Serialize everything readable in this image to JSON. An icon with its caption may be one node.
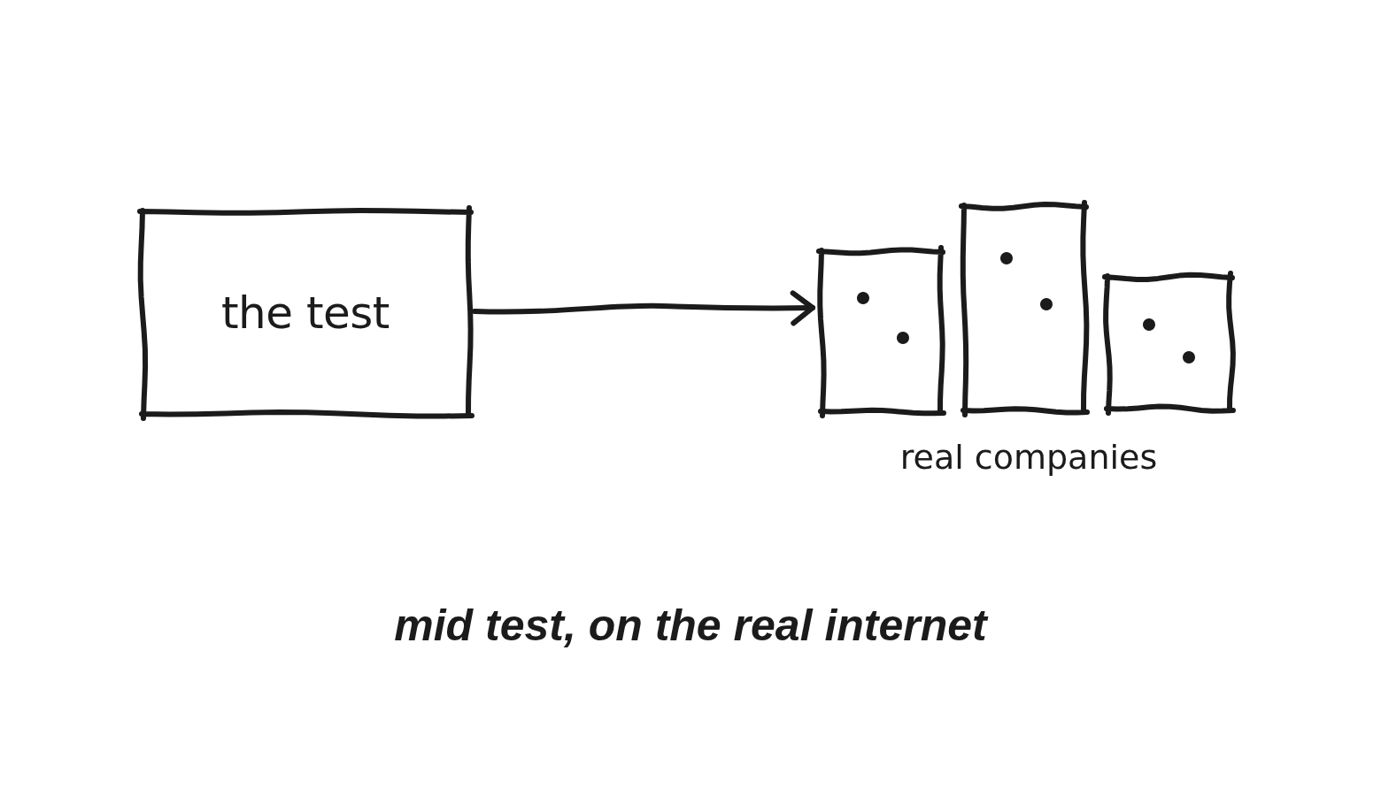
{
  "diagram": {
    "caption": "mid test, on the real internet",
    "nodes": [
      {
        "text": [
          "the test"
        ]
      },
      {
        "text": [],
        "shape": "box"
      },
      {
        "text": [],
        "shape": "box"
      },
      {
        "text": [],
        "shape": "box"
      }
    ],
    "edges": [
      {
        "from": 0,
        "to": 1,
        "arrow": "to"
      }
    ],
    "labels": [
      "real companies"
    ]
  }
}
